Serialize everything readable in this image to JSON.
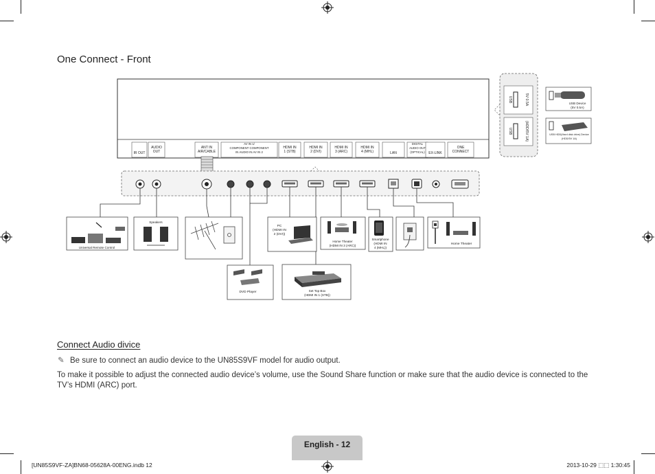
{
  "heading": "One Connect - Front",
  "ports": [
    {
      "label": [
        "IR OUT"
      ]
    },
    {
      "label": [
        "AUDIO",
        "OUT"
      ]
    },
    {
      "label": [
        "ANT IN",
        "AIR/CABLE"
      ]
    },
    {
      "label": [
        "AV IN 1/",
        "COMPONENT  COMPONENT",
        "IN           AUDIO IN      AV IN 2"
      ]
    },
    {
      "label": [
        "HDMI IN",
        "1 (STB)"
      ]
    },
    {
      "label": [
        "HDMI IN",
        "2 (DVI)"
      ]
    },
    {
      "label": [
        "HDMI IN",
        "3 (ARC)"
      ]
    },
    {
      "label": [
        "HDMI IN",
        "4 (MHL)"
      ]
    },
    {
      "label": [
        "LAN"
      ]
    },
    {
      "label": [
        "DIGITAL",
        "AUDIO OUT",
        "(OPTICAL)"
      ]
    },
    {
      "label": [
        "EX-LINK"
      ]
    },
    {
      "label": [
        "ONE",
        "CONNECT"
      ]
    }
  ],
  "usb_ports": [
    {
      "vertical": "USB",
      "rating": "5V 0.5A"
    },
    {
      "vertical": "USB",
      "rating": "(HDD/5V 1A)"
    }
  ],
  "usb_devices": [
    {
      "label": [
        "USB Device",
        "(5V 0.5A)"
      ]
    },
    {
      "label": [
        "USB HDD(Hard disk drive) Device",
        "(HDD/5V 1A)"
      ]
    }
  ],
  "devices": {
    "universal_remote": "Universal Remote Control",
    "speakers": "Speakers",
    "pc": [
      "PC",
      "(HDMI IN",
      "2 (DVI))"
    ],
    "home_theater_arc": [
      "Home Theater",
      "(HDMI IN 3 (ARC))"
    ],
    "smartphone": [
      "Smartphone",
      "(HDMI IN",
      "4 (MHL))"
    ],
    "home_theater": "Home Theater",
    "dvd_player": "DVD Player",
    "set_top_box": [
      "Set Top Box",
      "(HDMI IN 1 (STB))"
    ]
  },
  "section_title": "Connect Audio divice",
  "note": "Be sure to connect an audio device to the UN85S9VF model for audio output.",
  "paragraph": "To make it possible to adjust the connected audio device’s volume, use the Sound Share function or make sure that the audio device is connected to the TV’s HDMI (ARC) port.",
  "page_label": "English - 12",
  "footer_left": "[UN85S9VF-ZA]BN68-05628A-00ENG.indb   12",
  "footer_right": "2013-10-29   ⬚⬚ 1:30:45"
}
